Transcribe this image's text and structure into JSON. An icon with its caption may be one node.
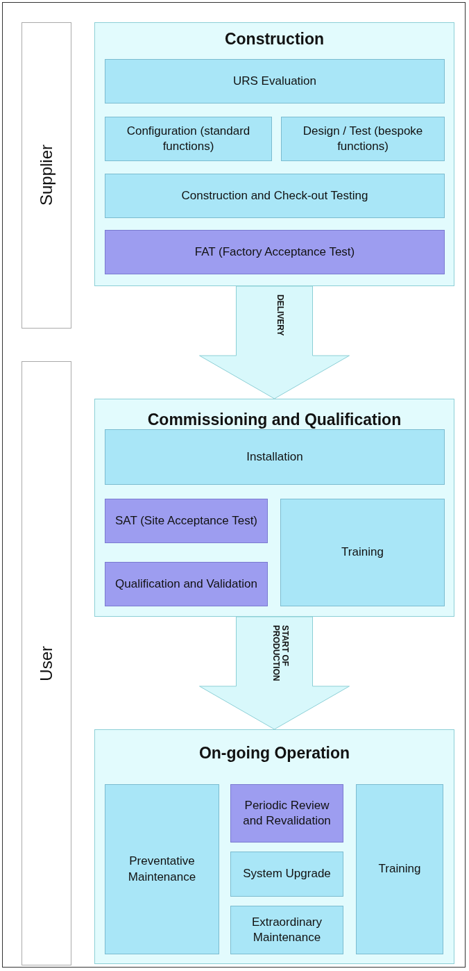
{
  "diagram": {
    "nodes": [
      {
        "text": [
          "Supplier"
        ]
      },
      {
        "text": [
          "Construction"
        ]
      },
      {
        "text": [
          "URS Evaluation"
        ],
        "in": 1
      },
      {
        "text": [
          "Configuration (standard functions)"
        ],
        "in": 1
      },
      {
        "text": [
          "Design / Test (bespoke functions)"
        ],
        "in": 1
      },
      {
        "text": [
          "Construction and Check-out Testing"
        ],
        "in": 1
      },
      {
        "text": [
          "FAT (Factory Acceptance Test)"
        ],
        "in": 1
      },
      {
        "text": [
          "User"
        ]
      },
      {
        "text": [
          "Commissioning and Qualification"
        ]
      },
      {
        "text": [
          "Installation"
        ],
        "in": 8
      },
      {
        "text": [
          "SAT (Site Acceptance Test)"
        ],
        "in": 8
      },
      {
        "text": [
          "Qualification and Validation"
        ],
        "in": 8
      },
      {
        "text": [
          "Training"
        ],
        "in": 8
      },
      {
        "text": [
          "On-going Operation"
        ]
      },
      {
        "text": [
          "Preventative Maintenance"
        ],
        "in": 13
      },
      {
        "text": [
          "Periodic Review and Revalidation"
        ],
        "in": 13
      },
      {
        "text": [
          "System Upgrade"
        ],
        "in": 13
      },
      {
        "text": [
          "Extraordinary Maintenance"
        ],
        "in": 13
      },
      {
        "text": [
          "Training"
        ],
        "in": 13
      }
    ],
    "edges": [
      {
        "from": 1,
        "to": 8,
        "arrow": "to",
        "label": "DELIVERY"
      },
      {
        "from": 8,
        "to": 13,
        "arrow": "to",
        "label": "START OF PRODUCTION"
      }
    ]
  }
}
